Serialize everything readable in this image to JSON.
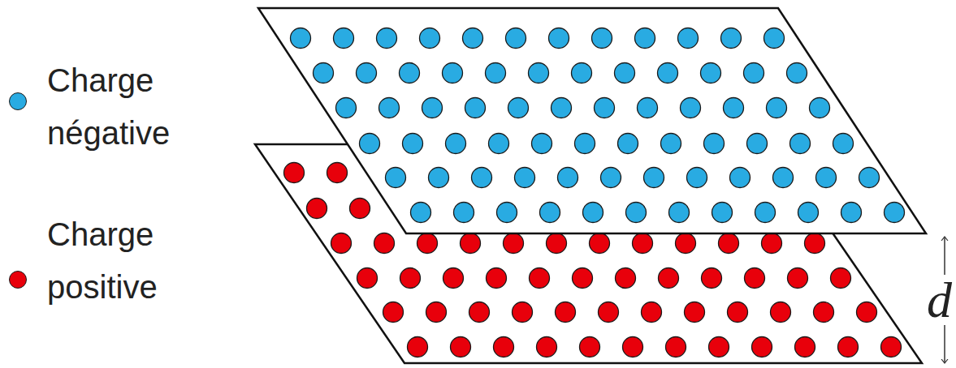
{
  "diagram": {
    "labels": [
      "d"
    ],
    "legend": [
      {
        "text": "Charge négative",
        "color": "#29abe2"
      },
      {
        "text": "Charge positive",
        "color": "#e8000b"
      }
    ]
  }
}
